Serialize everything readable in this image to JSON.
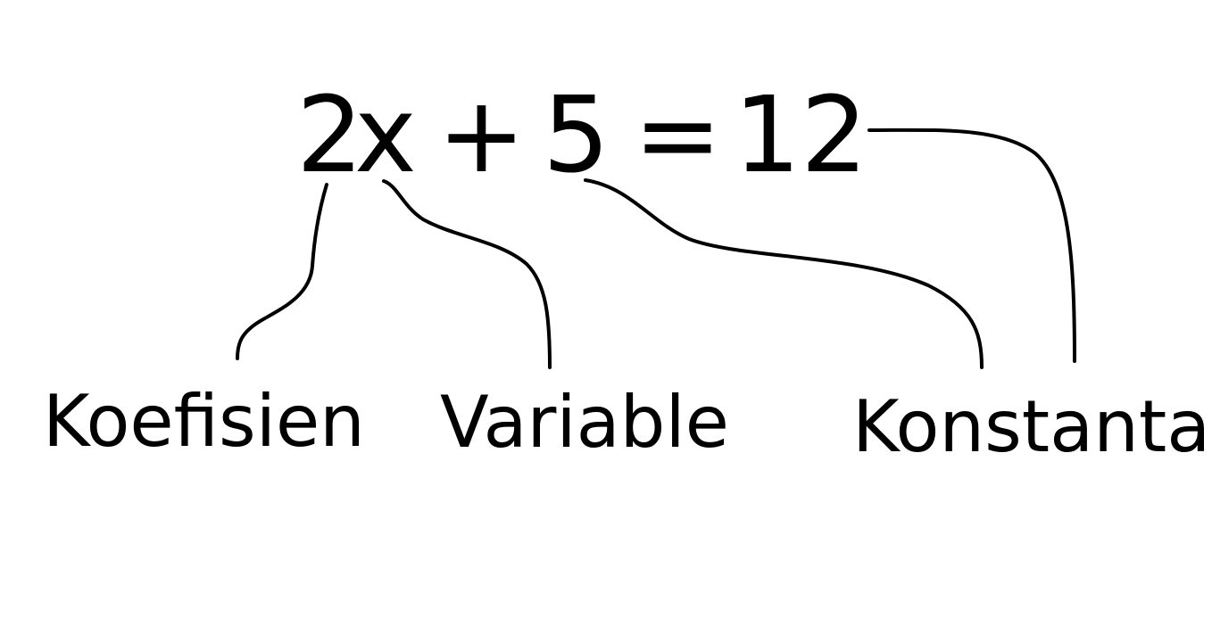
{
  "equation": {
    "coefficient": "2",
    "variable": "x",
    "plus": "+",
    "constant_left": "5",
    "equals": "=",
    "constant_right": "12"
  },
  "labels": {
    "coefficient": "Koefisien",
    "variable": "Variable",
    "constant": "Konstanta"
  },
  "colors": {
    "text": "#000000",
    "background": "#ffffff"
  }
}
